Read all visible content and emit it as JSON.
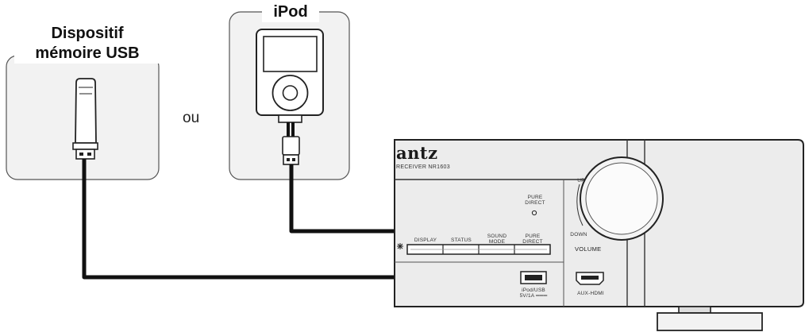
{
  "labels": {
    "usb_device": "Dispositif\nmémoire USB",
    "ipod": "iPod",
    "or": "ou"
  },
  "receiver": {
    "brand": "antz",
    "model": "RECEIVER  NR1603",
    "pure_direct_indicator": "PURE\nDIRECT",
    "buttons": [
      "DISPLAY",
      "STATUS",
      "SOUND\nMODE",
      "PURE\nDIRECT"
    ],
    "volume_up": "UP",
    "volume_down": "DOWN",
    "volume_label": "VOLUME",
    "usb_port_label": "iPod/USB\n5V/1A ═══",
    "hdmi_label": "AUX-HDMI"
  },
  "colors": {
    "cable": "#111111",
    "panel_bg": "#f2f2f2",
    "receiver_body": "#e9e9e9",
    "outline": "#222222"
  }
}
